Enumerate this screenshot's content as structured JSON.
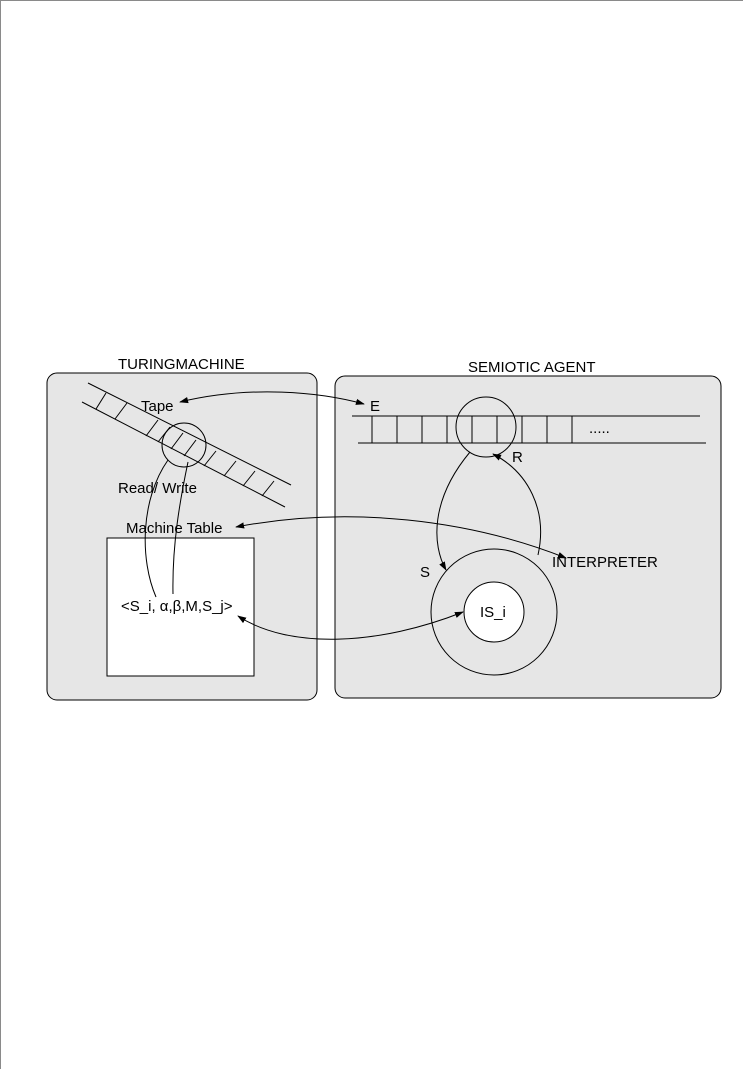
{
  "turing_machine": {
    "heading": "TURINGMACHINE",
    "tape_label": "Tape",
    "read_write_label": "Read/ Write",
    "machine_table_label": "Machine Table",
    "table_entry": "<S_i,  α,β,M,S_j>"
  },
  "semiotic_agent": {
    "heading": "SEMIOTIC AGENT",
    "environment_label": "E",
    "ellipsis": ".....",
    "r_label": "R",
    "s_label": "S",
    "interpreter_label": "INTERPRETER",
    "inner_state_label": "IS_i"
  },
  "colors": {
    "panel_fill": "#e6e6e6",
    "stroke": "#000000",
    "page_frame": "#8a8a8a"
  }
}
